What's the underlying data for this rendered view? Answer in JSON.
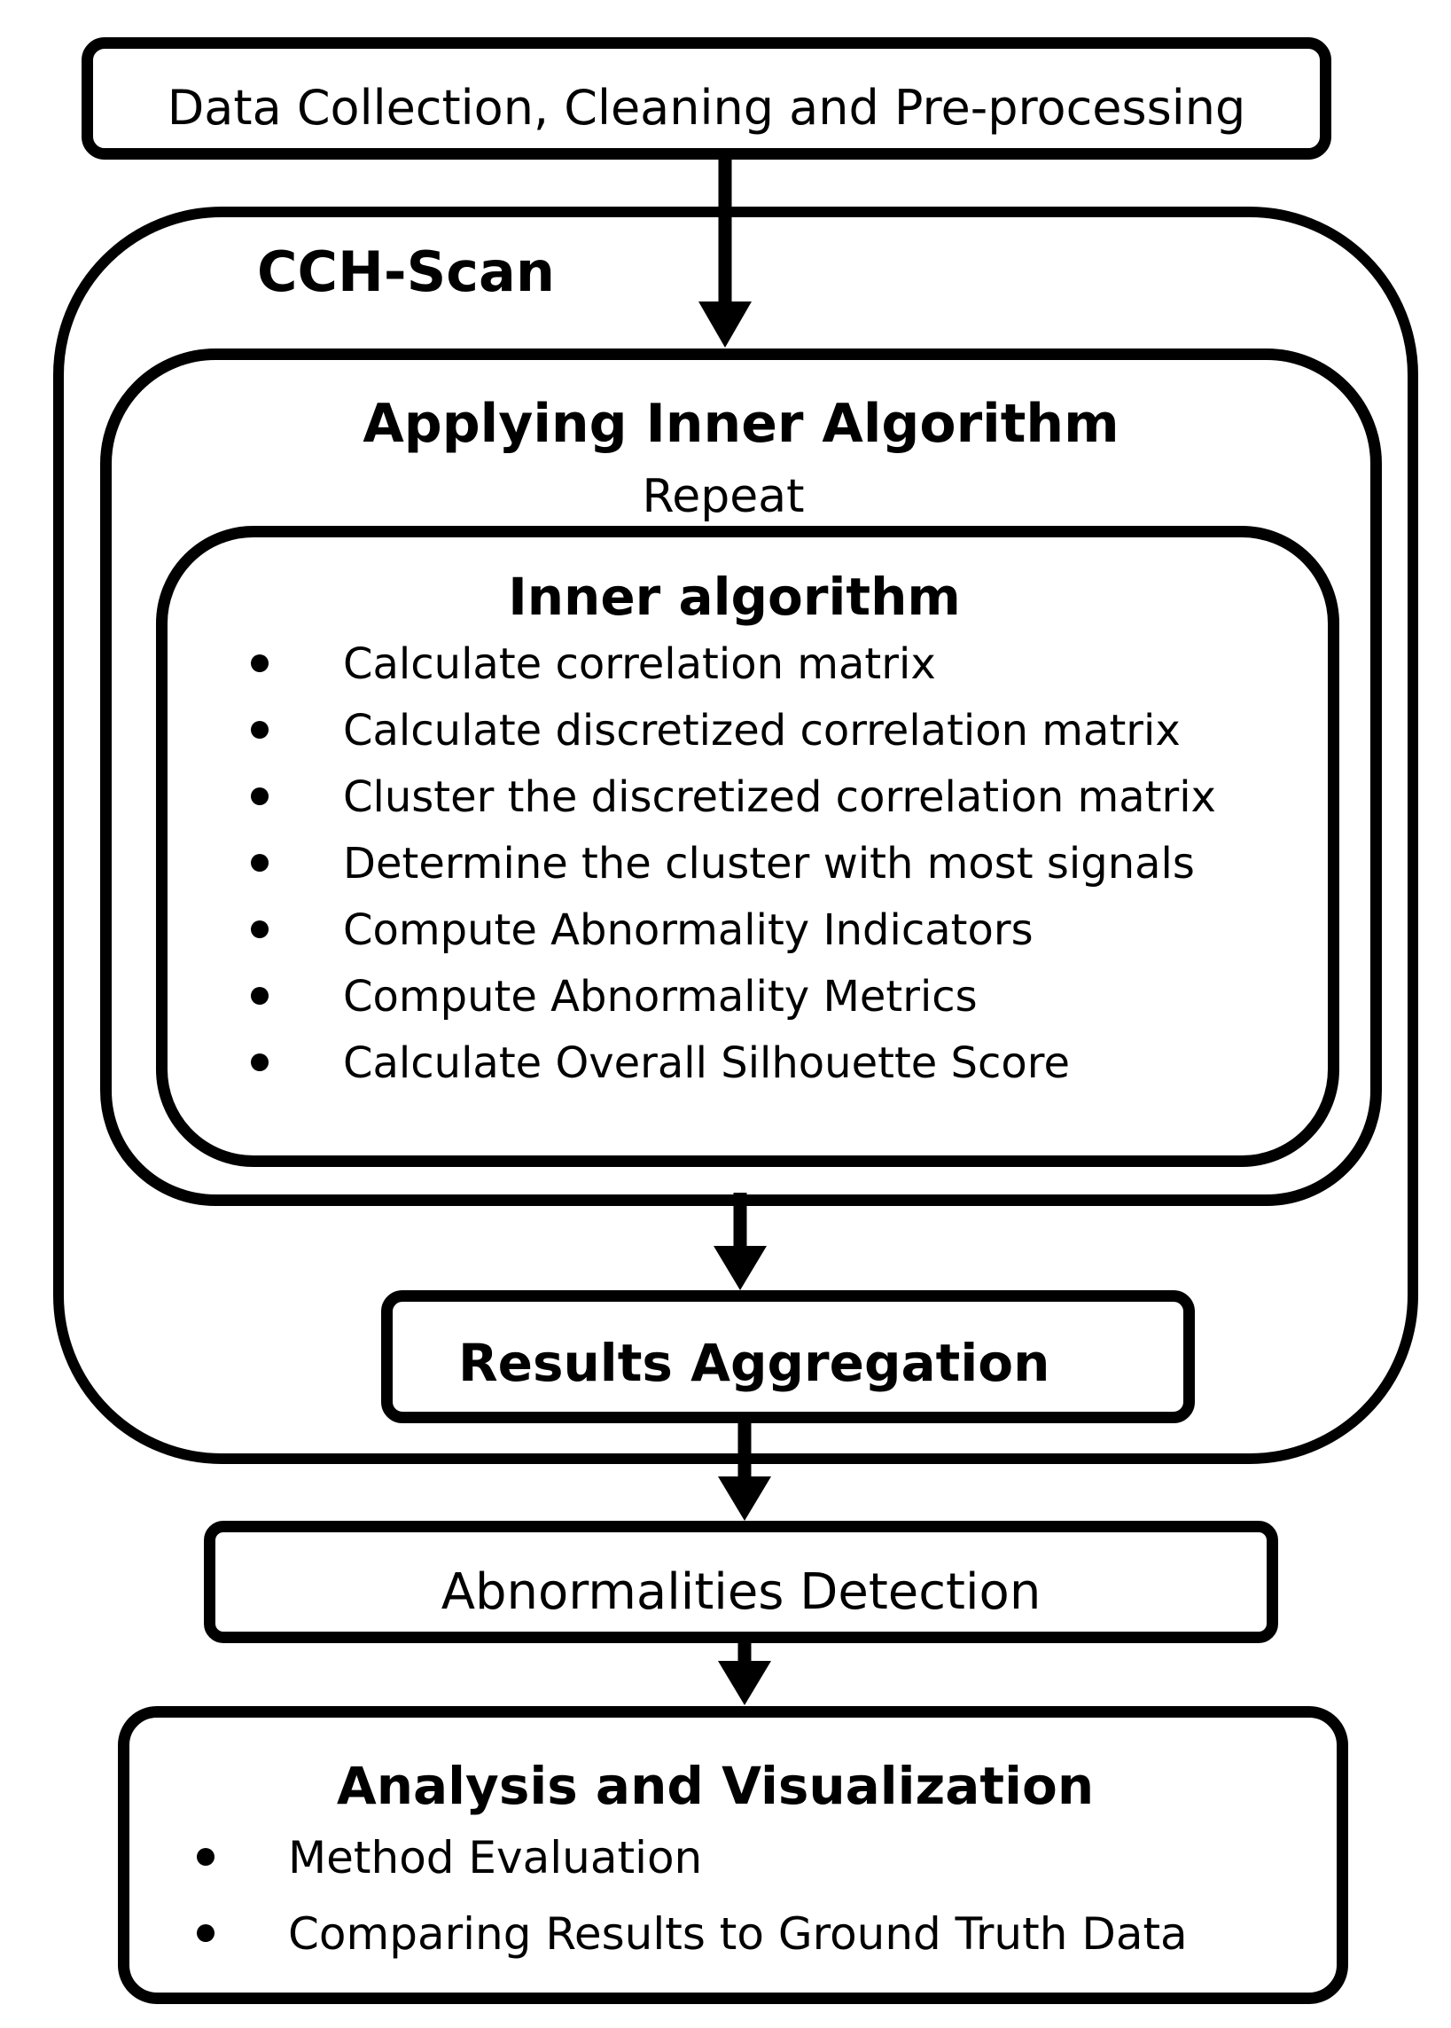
{
  "data_collection": {
    "label": "Data Collection, Cleaning and Pre-processing"
  },
  "cch_scan": {
    "title": "CCH-Scan"
  },
  "applying_inner": {
    "title": "Applying Inner Algorithm",
    "subtitle": "Repeat"
  },
  "inner_algorithm": {
    "title": "Inner algorithm",
    "steps": [
      "Calculate correlation matrix",
      "Calculate discretized correlation matrix",
      "Cluster the discretized correlation matrix",
      "Determine the cluster with most signals",
      "Compute Abnormality Indicators",
      "Compute Abnormality Metrics",
      "Calculate Overall Silhouette Score"
    ]
  },
  "results_aggregation": {
    "label": "Results Aggregation"
  },
  "abnormalities_detection": {
    "label": "Abnormalities Detection"
  },
  "analysis": {
    "title": "Analysis and Visualization",
    "items": [
      "Method Evaluation",
      "Comparing Results to Ground Truth Data"
    ]
  }
}
